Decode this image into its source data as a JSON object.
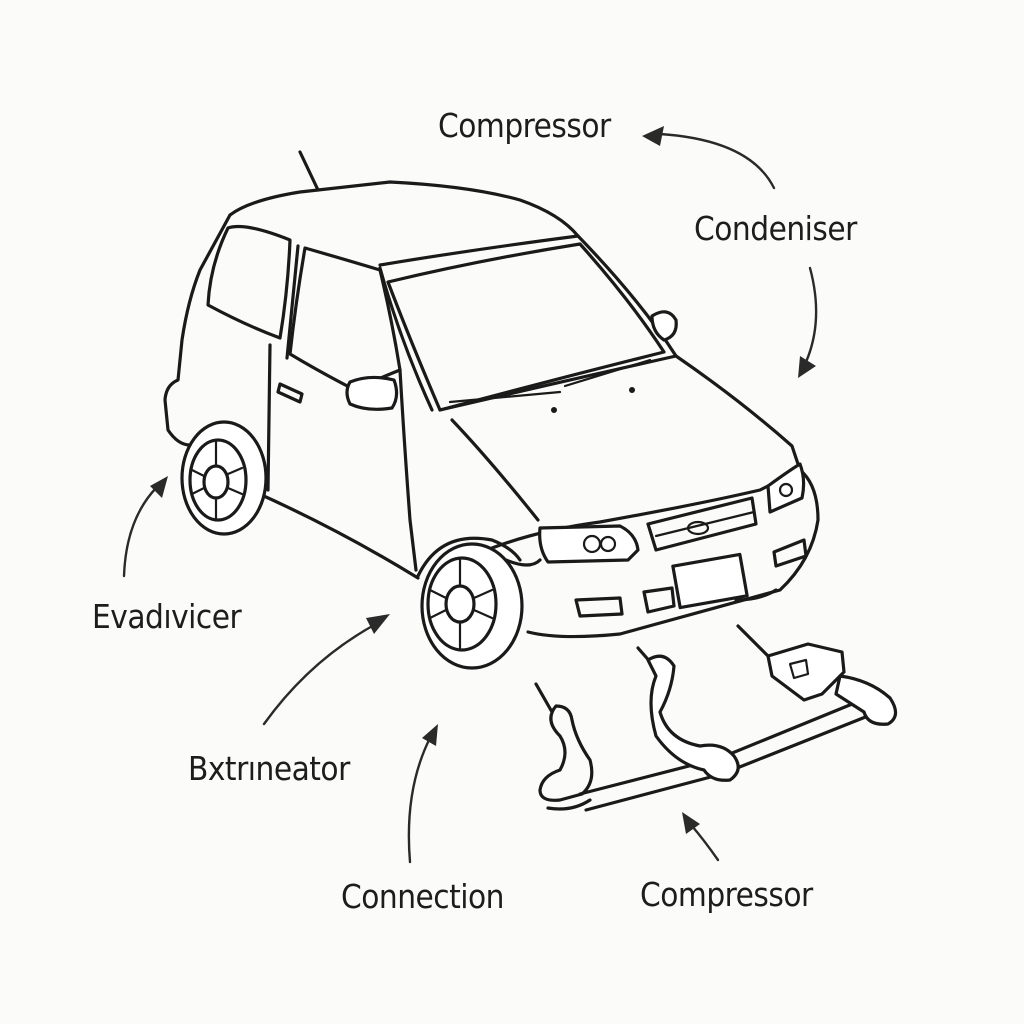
{
  "labels": {
    "compressor_top": "Compressor",
    "condenser": "Condeniser",
    "evaporator": "Evadıvicer",
    "extractor": "Bxtrıneator",
    "connection": "Connection",
    "compressor_bottom": "Compressor"
  },
  "colors": {
    "background": "#fbfbfa",
    "ink": "#1a1a1a"
  }
}
